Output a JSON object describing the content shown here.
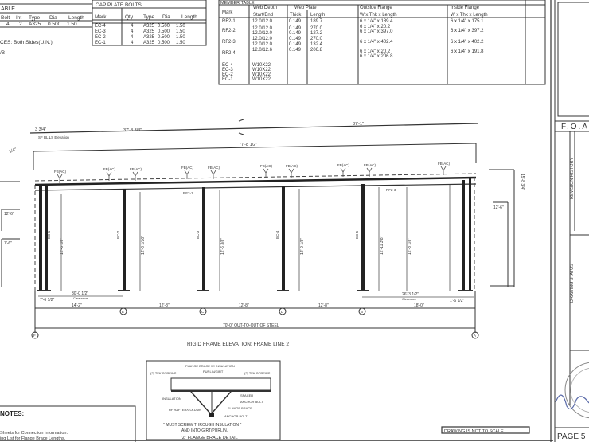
{
  "bolt_table": {
    "title": "ABLE",
    "headers": [
      "Bolt",
      "Int",
      "Type",
      "Dia",
      "Length"
    ],
    "row": [
      "4",
      "2",
      "A325",
      "0.500",
      "1.50"
    ],
    "note1": "CES: Both Sides(U.N.)",
    "note2": "/B"
  },
  "cap_plate_bolts": {
    "title": "CAP PLATE BOLTS",
    "headers": [
      "Mark",
      "Qty",
      "Type",
      "Dia",
      "Length"
    ],
    "rows": [
      [
        "EC-4",
        "4",
        "A325",
        "0.500",
        "1.50"
      ],
      [
        "EC-3",
        "4",
        "A325",
        "0.500",
        "1.50"
      ],
      [
        "EC-2",
        "4",
        "A325",
        "0.500",
        "1.50"
      ],
      [
        "EC-1",
        "4",
        "A325",
        "0.500",
        "1.50"
      ]
    ]
  },
  "member_table": {
    "title": "MEMBER TABLE",
    "headers": {
      "mark": "Mark",
      "web_depth": "Web Depth",
      "web_depth_sub": "Start/End",
      "web_plate": "Web Plate",
      "thick": "Thick",
      "length": "Length",
      "outside_flange": "Outside Flange",
      "outside_sub": "W x Thk x Length",
      "inside_flange": "Inside Flange",
      "inside_sub": "W x Thk x Length"
    },
    "rows": [
      {
        "mark": "RF2-1",
        "depth": [
          "12.0/12.0"
        ],
        "thick": [
          "0.149"
        ],
        "length": [
          "189.7"
        ],
        "outside": [
          "6 x 1/4\" x 189.4",
          "6 x 1/4\" x 20.2",
          "6 x 1/4\" x 397.0"
        ],
        "inside": [
          "6 x 1/4\" x 175.1"
        ]
      },
      {
        "mark": "RF2-2",
        "depth": [
          "12.0/12.0",
          "12.0/12.0"
        ],
        "thick": [
          "0.149",
          "0.149"
        ],
        "length": [
          "270.0",
          "127.2"
        ],
        "outside": [],
        "inside": [
          "6 x 1/4\" x 397.2"
        ]
      },
      {
        "mark": "RF2-3",
        "depth": [
          "12.0/12.0",
          "12.0/12.0"
        ],
        "thick": [
          "0.149",
          "0.149"
        ],
        "length": [
          "270.0",
          "132.4"
        ],
        "outside": [
          "6 x 1/4\" x 402.4"
        ],
        "inside": [
          "6 x 1/4\" x 402.2"
        ]
      },
      {
        "mark": "RF2-4",
        "depth": [
          "12.0/12.6"
        ],
        "thick": [
          "0.149"
        ],
        "length": [
          "206.8"
        ],
        "outside": [
          "6 x 1/4\" x 20.2",
          "6 x 1/4\" x 206.8"
        ],
        "inside": [
          "6 x 1/4\" x 191.8"
        ]
      }
    ],
    "column_rows": [
      {
        "mark": "EC-4",
        "section": "W10X22"
      },
      {
        "mark": "EC-3",
        "section": "W10X22"
      },
      {
        "mark": "EC-2",
        "section": "W10X22"
      },
      {
        "mark": "EC-1",
        "section": "W10X22"
      }
    ]
  },
  "elevation": {
    "title": "RIGID FRAME ELEVATION: FRAME LINE 2",
    "top_dim_left": "37'-8 3/4\"",
    "top_dim_right": "37'-1\"",
    "slope_left": "3 3/4\"",
    "slope_note": "SF BL LS Elevation",
    "overall_dim": "77'-8 1/2\"",
    "pitch": "1/4\"",
    "flange_brace_label": "FB(AC)",
    "rafter_labels": [
      "RF2-1",
      "RF2-3"
    ],
    "column_labels": [
      "EC-1",
      "EC-2",
      "EC-3",
      "EC-4",
      "EC-5"
    ],
    "column_heights": [
      "12'-5 1/8\"",
      "12'-6 1/16\"",
      "12'-6 3/8\"",
      "12'-9 1/8\"",
      "12'-11 3/8\"",
      "12'-8 1/8\""
    ],
    "eave_height_left": "12'-6\"",
    "left_height_low": "7'-6\"",
    "right_height": "12'-6\"",
    "right_height_top": "15'-8 3/4\"",
    "clearance_left": "30'-0 1/2\"",
    "clearance_right": "26'-3 1/2\"",
    "clearance_label": "Clearance",
    "offset_left": "7'-6 1/2\"",
    "offset_right": "1'-6 1/2\"",
    "bay_dims": [
      "14'-2\"",
      "12'-8\"",
      "12'-8\"",
      "12'-8\"",
      "18'-0\""
    ],
    "overall_bottom": "70'-0\" OUT-TO-OUT OF STEEL",
    "gridlines": [
      "F",
      "E",
      "C",
      "D",
      "B",
      "A"
    ]
  },
  "flange_brace_detail": {
    "title": "\"Z\" FLANGE BRACE DETAIL",
    "top_label": "FLANGE BRACE W/ INSULATION",
    "purlin": "PURLIN/GIRT",
    "tek_left": "(2) TEK SCREWS",
    "tek_right": "(2) TEK SCREWS",
    "insulation": "INSULATION",
    "spacer": "SPACER",
    "anchor": "ANCHOR BOLT",
    "flange_brace": "FLANGE BRACE",
    "rafter_column": "RF RAFTER/COLUMN",
    "note1": "* MUST SCREW THROUGH INSULATION *",
    "note2": "AND INTO GIRT/PURLIN."
  },
  "notes": {
    "title": "NOTES:",
    "line1": "Sheets for Connection Information.",
    "line2": "ing List for Flange Brace Lengths."
  },
  "stamp": "DRAWING IS NOT TO SCALE",
  "title_block": {
    "header": "F.O.A",
    "revision": "REVISION HISTORY",
    "status": "DRAWING STATUS",
    "page": "PAGE 5"
  }
}
